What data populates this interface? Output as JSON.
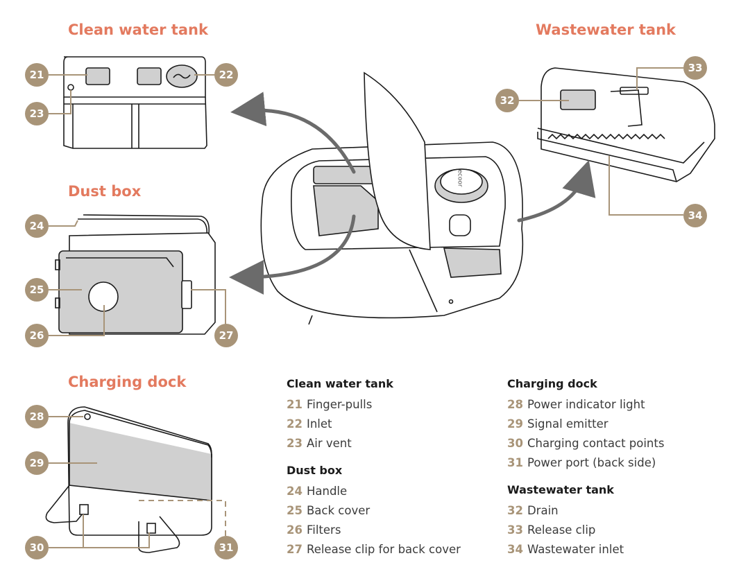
{
  "titles": {
    "clean_water_tank": "Clean water tank",
    "wastewater_tank": "Wastewater tank",
    "dust_box": "Dust box",
    "charging_dock": "Charging dock"
  },
  "robot_brand_mark": "ecoor",
  "badges": [
    "21",
    "22",
    "23",
    "24",
    "25",
    "26",
    "27",
    "28",
    "29",
    "30",
    "31",
    "32",
    "33",
    "34"
  ],
  "legend": {
    "left": [
      {
        "heading": "Clean water tank",
        "items": [
          {
            "num": "21",
            "label": "Finger-pulls"
          },
          {
            "num": "22",
            "label": "Inlet"
          },
          {
            "num": "23",
            "label": "Air vent"
          }
        ]
      },
      {
        "heading": "Dust box",
        "items": [
          {
            "num": "24",
            "label": "Handle"
          },
          {
            "num": "25",
            "label": "Back cover"
          },
          {
            "num": "26",
            "label": "Filters"
          },
          {
            "num": "27",
            "label": "Release clip for back cover"
          }
        ]
      }
    ],
    "right": [
      {
        "heading": "Charging dock",
        "items": [
          {
            "num": "28",
            "label": "Power indicator light"
          },
          {
            "num": "29",
            "label": "Signal emitter"
          },
          {
            "num": "30",
            "label": "Charging contact points"
          },
          {
            "num": "31",
            "label": "Power port (back side)"
          }
        ]
      },
      {
        "heading": "Wastewater tank",
        "items": [
          {
            "num": "32",
            "label": "Drain"
          },
          {
            "num": "33",
            "label": "Release clip"
          },
          {
            "num": "34",
            "label": "Wastewater inlet"
          }
        ]
      }
    ]
  },
  "colors": {
    "title": "#e37a5f",
    "badge": "#a89478",
    "leader_line": "#a89478",
    "outline": "#1b1b1b",
    "panel_fill": "#d0d0d0",
    "arrow": "#6b6b6b"
  }
}
